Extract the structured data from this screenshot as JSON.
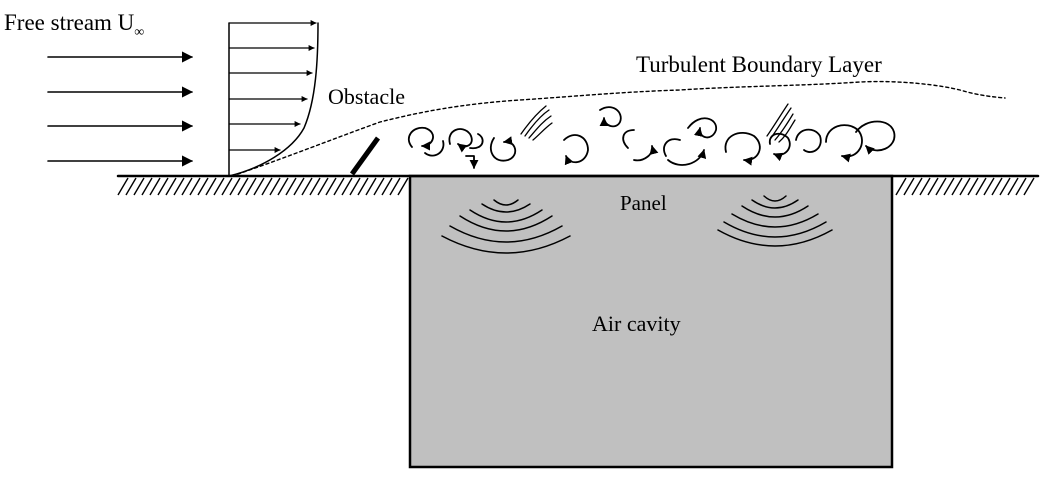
{
  "labels": {
    "free_stream": "Free stream U",
    "free_stream_subscript": "∞",
    "obstacle": "Obstacle",
    "turbulent_boundary_layer": "Turbulent Boundary Layer",
    "panel": "Panel",
    "air_cavity": "Air cavity"
  },
  "colors": {
    "cavity_fill": "#c0c0c0",
    "ink": "#000000",
    "background": "#ffffff"
  }
}
